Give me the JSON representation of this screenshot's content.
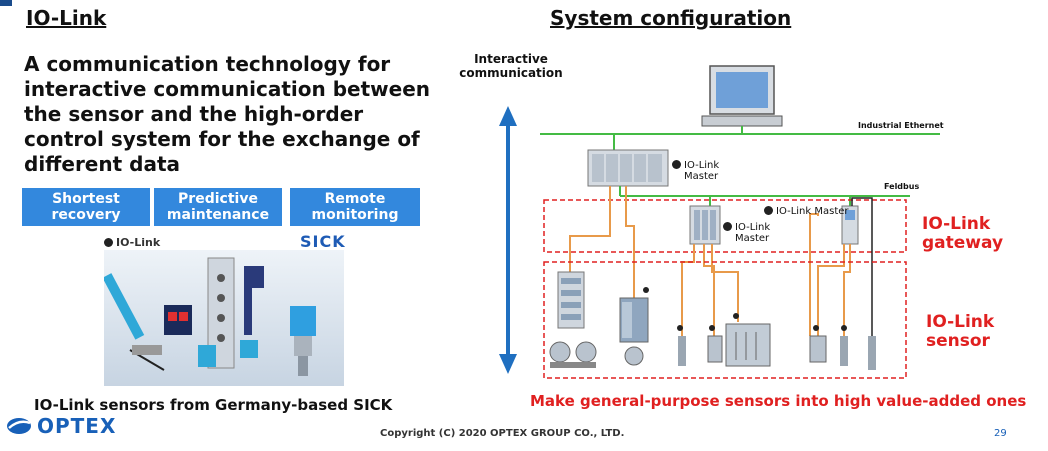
{
  "left": {
    "heading": "IO-Link",
    "description": "A communication technology for interactive communication between the sensor and the high-order control system for the exchange of different data",
    "features": [
      {
        "label": "Shortest recovery"
      },
      {
        "label": "Predictive maintenance"
      },
      {
        "label": "Remote monitoring"
      }
    ],
    "iolink_mark": "IO-Link",
    "brand_logo": "SICK",
    "caption": "IO-Link sensors from Germany-based SICK"
  },
  "right": {
    "heading": "System configuration",
    "interactive_label": "Interactive communication",
    "industrial_ethernet": "Industrial Ethernet",
    "feldbus": "Feldbus",
    "master_1": "IO-Link Master",
    "master_2": "IO-Link Master",
    "master_3": "IO-Link Master",
    "gateway_label": "IO-Link gateway",
    "sensor_label": "IO-Link sensor",
    "tagline": "Make general-purpose sensors into high value-added ones"
  },
  "footer": {
    "company_logo": "OPTEX",
    "copyright": "Copyright (C) 2020 OPTEX GROUP CO., LTD.",
    "page_number": "29"
  },
  "colors": {
    "feature_box": "#3388dd",
    "accent_red": "#e02020",
    "bus_green": "#44bb44",
    "link_orange": "#e89a4a",
    "arrow_blue": "#1f6fc0"
  }
}
